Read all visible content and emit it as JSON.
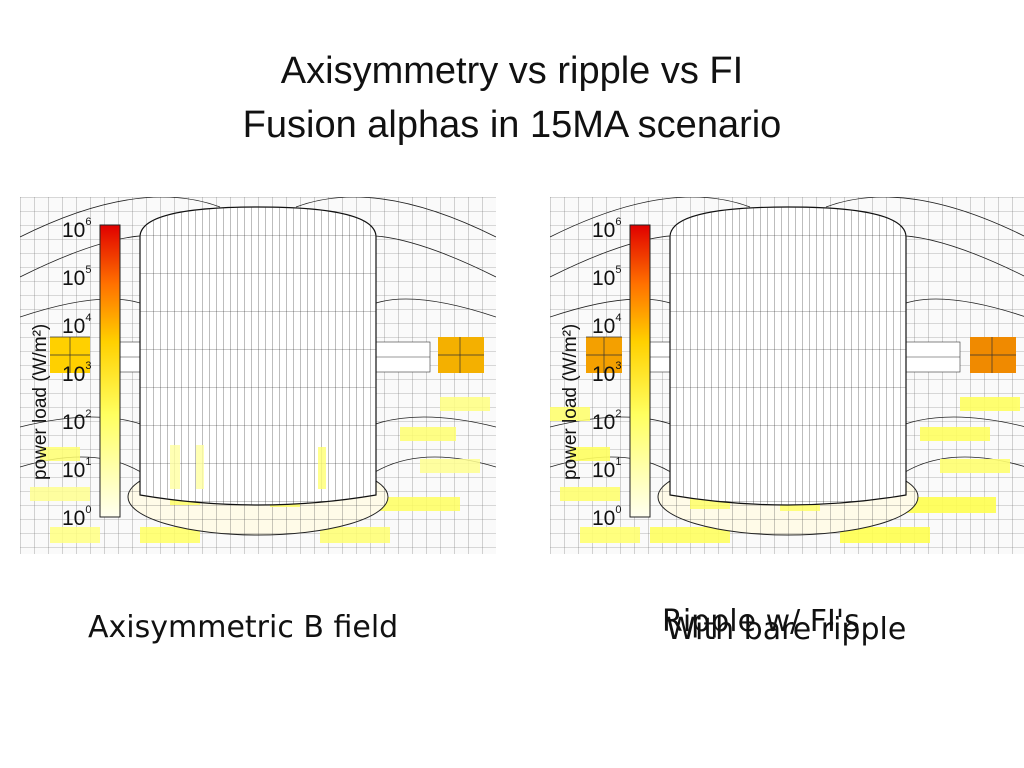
{
  "slide": {
    "title_line1": "Axisymmetry vs ripple vs FI",
    "title_line2": "Fusion alphas in 15MA scenario"
  },
  "colorbar": {
    "label": "power load (W/m²)",
    "ticks": [
      {
        "base": "10",
        "exp": "6"
      },
      {
        "base": "10",
        "exp": "5"
      },
      {
        "base": "10",
        "exp": "4"
      },
      {
        "base": "10",
        "exp": "3"
      },
      {
        "base": "10",
        "exp": "2"
      },
      {
        "base": "10",
        "exp": "1"
      },
      {
        "base": "10",
        "exp": "0"
      }
    ]
  },
  "panels": [
    {
      "id": "left",
      "caption": "Axisymmetric B field",
      "hot_patch_color": "#f4b000"
    },
    {
      "id": "right",
      "caption_overlap_a": "Ripple w/ FI's",
      "caption_overlap_b": "With bare ripple",
      "hot_patch_color": "#f08a00"
    }
  ]
}
